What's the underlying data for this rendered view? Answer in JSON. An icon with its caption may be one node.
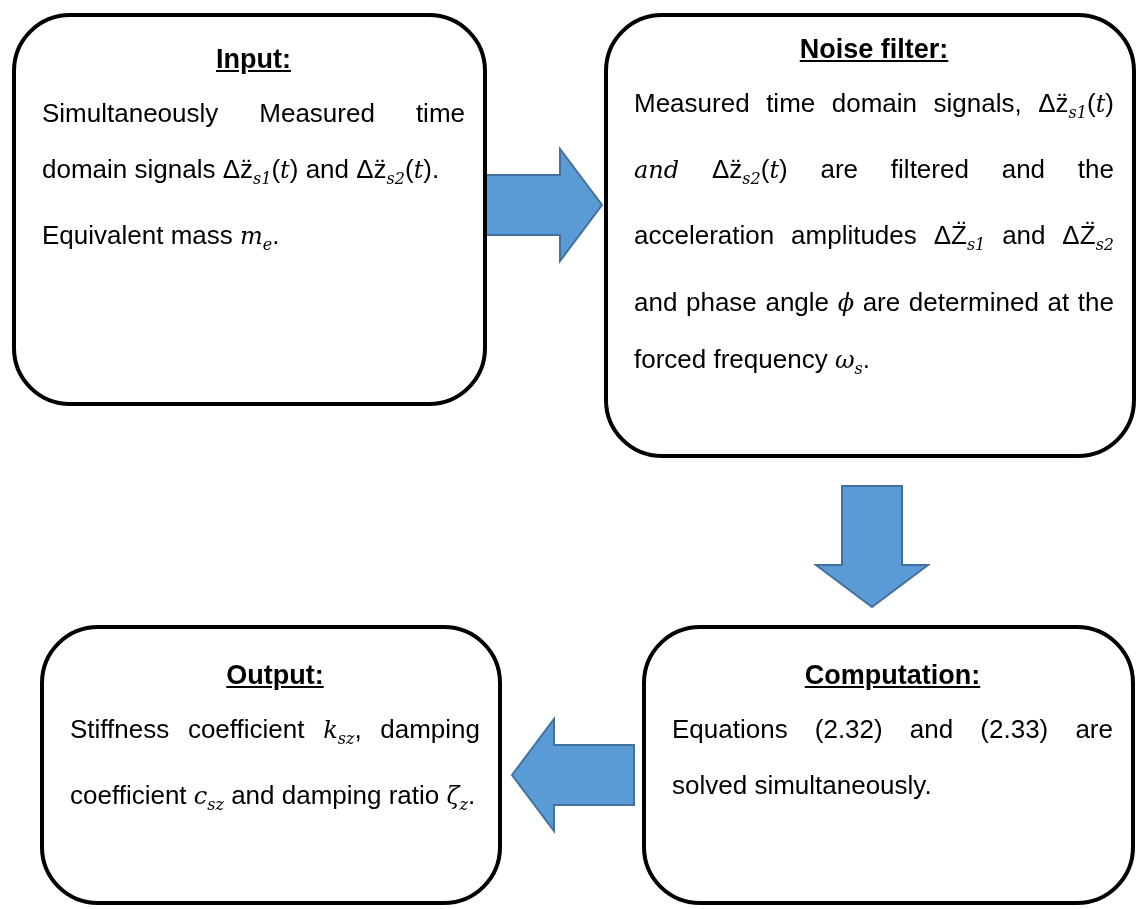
{
  "diagram": {
    "nodes": [
      {
        "text": [
          "Input:",
          "Simultaneously Measured time domain signals Δz̈$_{s1}$(*t*) and Δz̈$_{s2}$(*t*).",
          "Equivalent mass *m*$_{e}$."
        ]
      },
      {
        "text": [
          "Noise filter:",
          "Measured time domain signals, Δz̈$_{s1}$(*t*) *and* Δz̈$_{s2}$(*t*) are filtered and the acceleration amplitudes ΔZ̈$_{s1}$ and ΔZ̈$_{s2}$ and phase angle *ϕ* are determined at the forced frequency *ω*$_{s}$."
        ]
      },
      {
        "text": [
          "Computation:",
          "Equations (2.32) and (2.33) are solved simultaneously."
        ]
      },
      {
        "text": [
          "Output:",
          "Stiffness coefficient *k*$_{sz}$, damping coefficient *c*$_{sz}$ and damping ratio *ζ*$_{z}$."
        ]
      }
    ],
    "edges": [
      {
        "from": 0,
        "to": 1,
        "arrow": "to",
        "style": "thick"
      },
      {
        "from": 1,
        "to": 2,
        "arrow": "to",
        "style": "thick"
      },
      {
        "from": 2,
        "to": 3,
        "arrow": "to",
        "style": "thick"
      }
    ]
  }
}
